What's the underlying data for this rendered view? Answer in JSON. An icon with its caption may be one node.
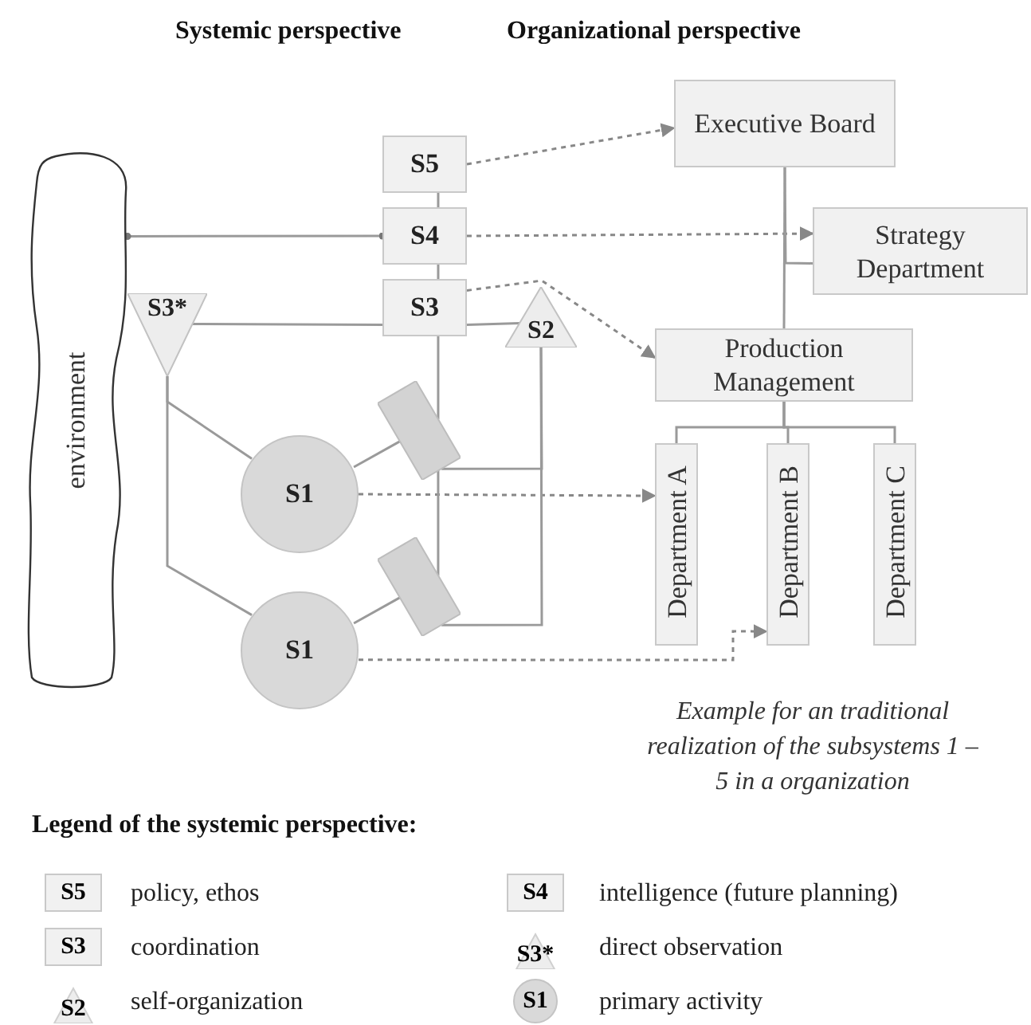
{
  "diagram": {
    "caption": "Example for an traditional realization of the subsystems 1 – 5 in a organization",
    "nodes": [
      {
        "text": [
          "environment"
        ]
      },
      {
        "text": [
          "S5"
        ]
      },
      {
        "text": [
          "S4"
        ]
      },
      {
        "text": [
          "S3"
        ]
      },
      {
        "text": [
          "S3*"
        ]
      },
      {
        "text": [
          "S2"
        ]
      },
      {
        "text": [
          "S1"
        ]
      },
      {
        "text": [
          "S1"
        ]
      },
      {
        "text": [],
        "shape": "box"
      },
      {
        "text": [],
        "shape": "box"
      },
      {
        "text": [
          "Executive Board"
        ]
      },
      {
        "text": [
          "Strategy Department"
        ]
      },
      {
        "text": [
          "Production Management"
        ]
      },
      {
        "text": [
          "Department A"
        ]
      },
      {
        "text": [
          "Department B"
        ]
      },
      {
        "text": [
          "Department C"
        ]
      }
    ],
    "edges": [
      {
        "from": 0,
        "to": 2,
        "arrow": "other"
      },
      {
        "from": 1,
        "to": 2,
        "arrow": "none"
      },
      {
        "from": 2,
        "to": 3,
        "arrow": "none"
      },
      {
        "from": 4,
        "to": 3,
        "arrow": "none"
      },
      {
        "from": 3,
        "to": 5,
        "arrow": "none"
      },
      {
        "from": 1,
        "to": 10,
        "arrow": "to",
        "style": "dashed"
      },
      {
        "from": 2,
        "to": 11,
        "arrow": "to",
        "style": "dashed"
      },
      {
        "from": 3,
        "to": 12,
        "arrow": "to",
        "style": "dashed"
      },
      {
        "from": 6,
        "to": 13,
        "arrow": "to",
        "style": "dashed"
      },
      {
        "from": 7,
        "to": 14,
        "arrow": "to",
        "style": "dashed"
      },
      {
        "from": 4,
        "to": 6,
        "arrow": "none"
      },
      {
        "from": 4,
        "to": 7,
        "arrow": "none"
      },
      {
        "from": 6,
        "to": 8,
        "arrow": "none"
      },
      {
        "from": 7,
        "to": 9,
        "arrow": "none"
      },
      {
        "from": 3,
        "to": 8,
        "arrow": "none"
      },
      {
        "from": 8,
        "to": 9,
        "arrow": "none"
      },
      {
        "from": 8,
        "to": 5,
        "arrow": "none"
      },
      {
        "from": 9,
        "to": 5,
        "arrow": "none"
      },
      {
        "from": 10,
        "to": 12,
        "arrow": "none"
      },
      {
        "from": 10,
        "to": 11,
        "arrow": "none"
      },
      {
        "from": 12,
        "to": 13,
        "arrow": "none"
      },
      {
        "from": 12,
        "to": 14,
        "arrow": "none"
      },
      {
        "from": 12,
        "to": 15,
        "arrow": "none"
      }
    ],
    "labels": [
      "Systemic perspective",
      "Organizational perspective",
      "Legend of the systemic perspective:",
      "S5",
      "S4",
      "S3",
      "S3*",
      "S2",
      "S1"
    ],
    "legend": [
      {
        "text": "policy, ethos"
      },
      {
        "text": "intelligence (future planning)"
      },
      {
        "text": "coordination"
      },
      {
        "text": "direct observation"
      },
      {
        "text": "self-organization"
      },
      {
        "text": "primary activity"
      }
    ]
  }
}
